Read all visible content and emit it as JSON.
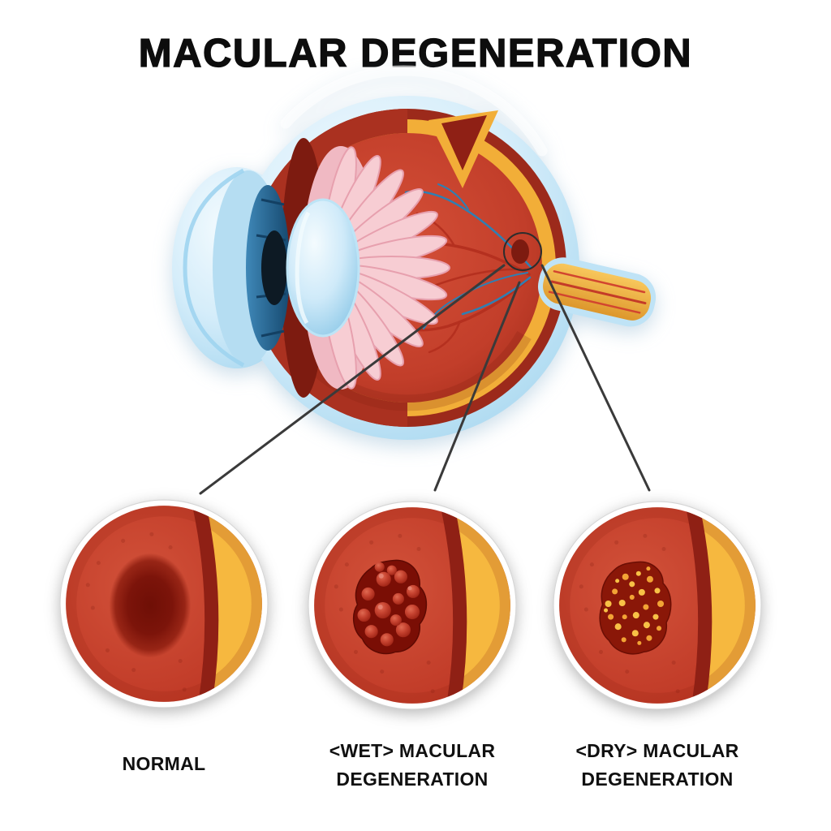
{
  "title": "MACULAR DEGENERATION",
  "panels": [
    {
      "id": "normal",
      "label_line1": "NORMAL",
      "label_line2": ""
    },
    {
      "id": "wet-macular-degeneration",
      "label_line1": "<WET> MACULAR",
      "label_line2": "DEGENERATION"
    },
    {
      "id": "dry-macular-degeneration",
      "label_line1": "<DRY> MACULAR",
      "label_line2": "DEGENERATION"
    }
  ],
  "colors": {
    "background": "#ffffff",
    "title_text": "#0d0d0d",
    "label_text": "#101010",
    "eye_shell_blue": "#cfeafb",
    "sclera_yellow": "#f2ae38",
    "choroid_dark_red": "#8f2015",
    "retina_red": "#c23e2a",
    "fan_pink": "#f7cdd3",
    "iris_blue": "#2c6f9e",
    "lens_blue": "#cfeaf9",
    "vessel_red": "#b5301f",
    "vessel_blue": "#2f7fb3",
    "annotation_line": "#3a3a3a",
    "detail_fundus_red": "#c03a27",
    "lesion_dark_red": "#7a0e05",
    "drusen_yellow": "#f2a335"
  }
}
